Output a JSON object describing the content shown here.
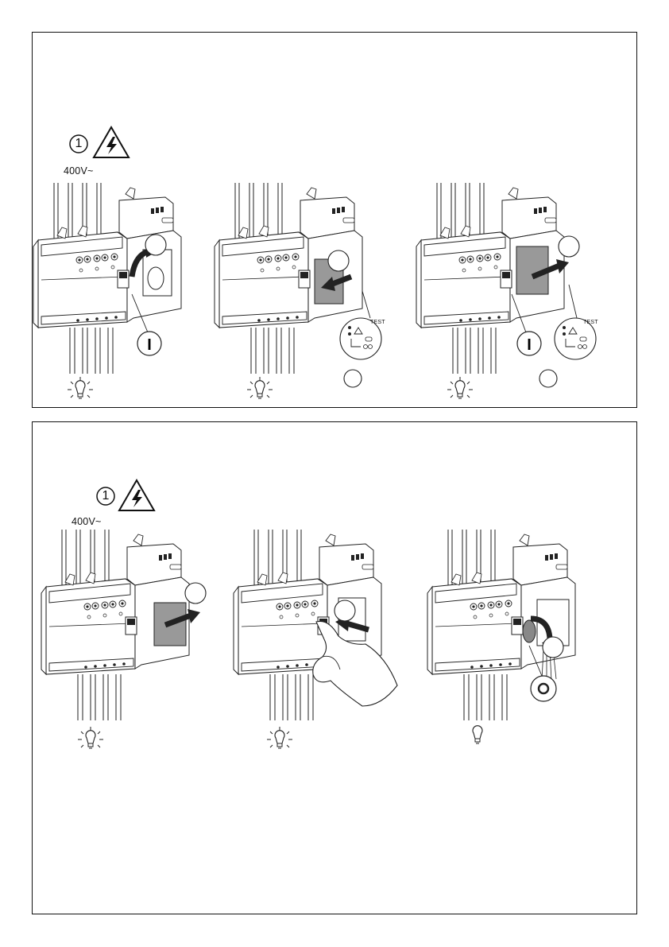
{
  "steps": {
    "step1_number": "1"
  },
  "labels": {
    "voltage": "400V~",
    "on_symbol": "I",
    "off_symbol": "O",
    "test_label": "TEST"
  },
  "icons": {
    "warning": "high-voltage-warning-icon",
    "lamp_on": "lamp-lit-icon",
    "lamp_off": "lamp-off-icon"
  }
}
